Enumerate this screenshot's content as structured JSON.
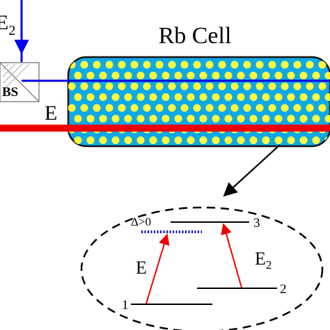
{
  "labels": {
    "cell_title": "Rb Cell",
    "beam_e2": "E",
    "beam_e2_sub": "2",
    "beam_e": "E",
    "beamsplitter": "BS",
    "detuning": "Δ>0",
    "transition_e": "E",
    "transition_e2": "E",
    "transition_e2_sub": "2",
    "level_1": "1",
    "level_2": "2",
    "level_3": "3"
  },
  "colors": {
    "cell_fill": "#10a9e6",
    "atom_dot": "#ffff40",
    "beam_e": "#ee0000",
    "beam_e2": "#0000ee",
    "arrow_e": "#ee0000",
    "detuned_level": "#0000cc",
    "line": "#000000"
  }
}
